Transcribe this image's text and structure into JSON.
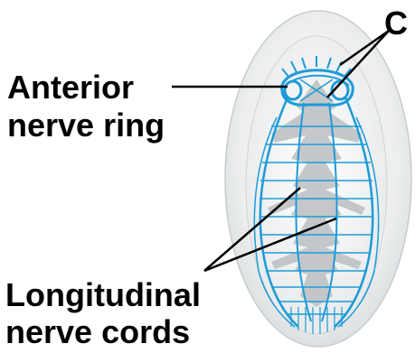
{
  "labels": {
    "anterior_line1": "Anterior",
    "anterior_line2": "nerve ring",
    "longitudinal_line1": "Longitudinal",
    "longitudinal_line2": "nerve cords",
    "top_right_partial": "C"
  },
  "colors": {
    "nerve": "#1d9bd7",
    "body_outer": "#e3e5e7",
    "body_inner": "#f1f2f3",
    "gut": "#bcbfc2",
    "text": "#000000"
  }
}
